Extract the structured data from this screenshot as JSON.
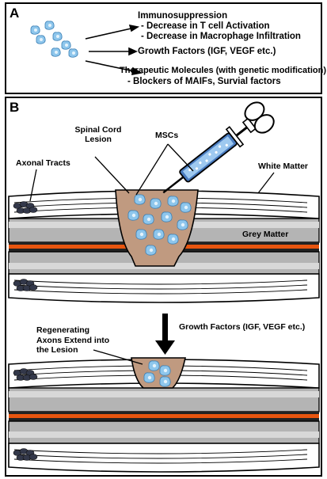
{
  "panel_a": {
    "label": "A",
    "immuno_title": "Immunosuppression",
    "immuno_line1": "- Decrease in T cell Activation",
    "immuno_line2": "- Decrease in Macrophage Infiltration",
    "growth": "Growth Factors (IGF, VEGF etc.)",
    "thera_title": "Therapeutic Molecules (with genetic modification)",
    "thera_line1": "- Blockers of MAIFs, Survial factors"
  },
  "panel_b": {
    "label": "B",
    "spinal_cord_lesion": "Spinal Cord Lesion",
    "mscs": "MSCs",
    "axonal_tracts": "Axonal Tracts",
    "white_matter": "White Matter",
    "grey_matter": "Grey Matter",
    "regenerating_axons": "Regenerating Axons Extend into the Lesion",
    "growth_bottom": "Growth Factors (IGF, VEGF etc.)"
  },
  "colors": {
    "lesion": "#c09a80",
    "cell": "#8ec6ec",
    "grey_band": "#b4b4b4",
    "orange": "#e8550f",
    "axon_bundle": "#33384a"
  }
}
